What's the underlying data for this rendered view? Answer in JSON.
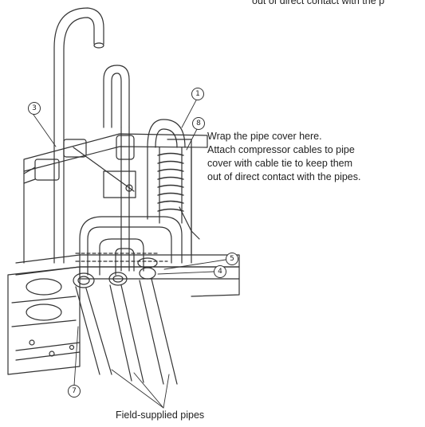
{
  "top_note_fragment": "out of direct contact with the p",
  "callouts": {
    "c1": "1",
    "c3": "3",
    "c4": "4",
    "c5": "5",
    "c7": "7",
    "c8": "8"
  },
  "note_lines": [
    "Wrap the pipe cover here.",
    "Attach compressor cables to pipe",
    "cover with cable tie to keep them",
    "out of direct contact with the pipes."
  ],
  "bottom_label": "Field-supplied pipes",
  "colors": {
    "line": "#333333",
    "text": "#222222",
    "background": "#ffffff"
  }
}
